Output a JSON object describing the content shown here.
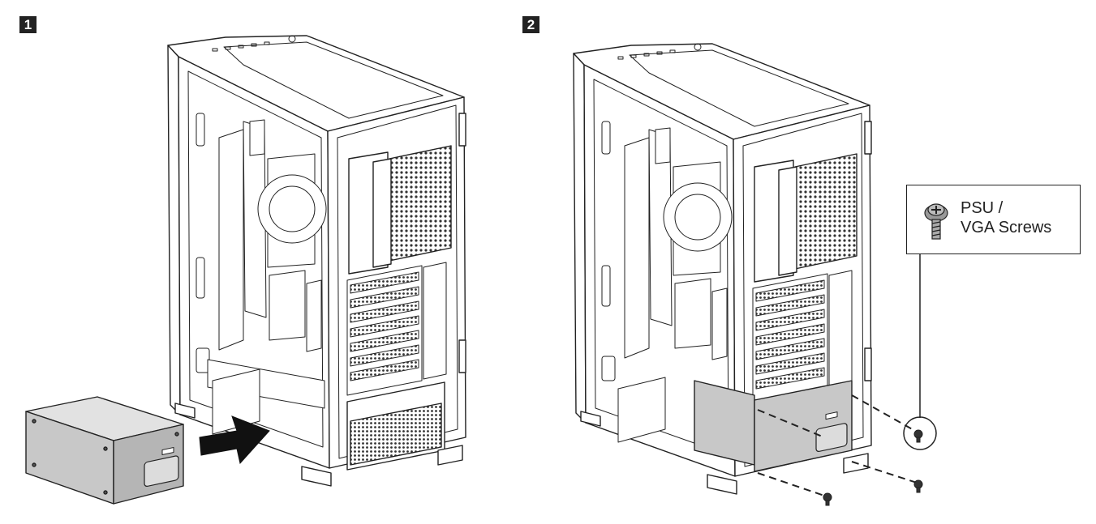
{
  "steps": {
    "step1": {
      "number": "1"
    },
    "step2": {
      "number": "2"
    }
  },
  "callout": {
    "icon": "screw-icon",
    "line1": "PSU /",
    "line2": "VGA Screws"
  },
  "colors": {
    "line": "#222222",
    "psu_fill": "#c8c8c8",
    "psu_top": "#e2e2e2",
    "psu_side": "#b5b5b5",
    "arrow": "#111111"
  }
}
